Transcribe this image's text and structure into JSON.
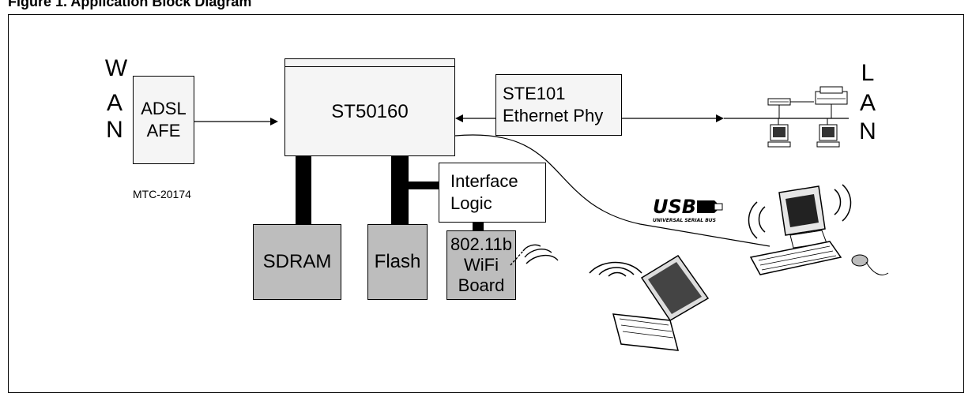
{
  "figure": {
    "caption": "Figure 1. Application Block Diagram"
  },
  "wan": {
    "letters": [
      "W",
      "A",
      "N"
    ]
  },
  "lan": {
    "letters": [
      "L",
      "A",
      "N"
    ]
  },
  "blocks": {
    "adsl_afe": [
      "ADSL",
      "AFE"
    ],
    "st50160": "ST50160",
    "ste101": [
      "STE101",
      "Ethernet Phy"
    ],
    "interface_logic": [
      "Interface",
      "Logic"
    ],
    "sdram": "SDRAM",
    "flash": "Flash",
    "wifi": [
      "802.11b",
      "WiFi",
      "Board"
    ]
  },
  "labels": {
    "mtc_code": "MTC-20174"
  },
  "usb_logo": {
    "main": "USB",
    "sub": "UNIVERSAL SERIAL BUS"
  },
  "colors": {
    "grey_block": "#bdbdbd",
    "light_block": "#f5f5f5",
    "line": "#000000"
  }
}
